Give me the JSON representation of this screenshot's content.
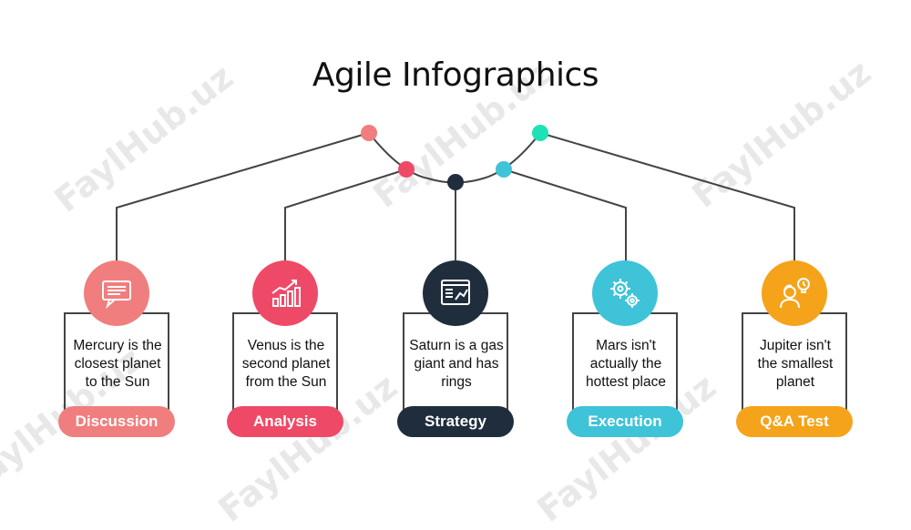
{
  "title": "Agile Infographics",
  "watermark": "FaylHub.uz",
  "colors": {
    "salmon": "#F07E7E",
    "pink": "#EE4A67",
    "navy": "#1F2D3D",
    "cyan": "#3EC3D8",
    "orange": "#F5A31A",
    "teal": "#1DE3B4",
    "line": "#444444"
  },
  "stages": [
    {
      "label": "Discussion",
      "text": [
        "Mercury is the",
        "closest planet",
        "to the Sun"
      ],
      "icon": "speech-bubble-icon",
      "color": "#F07E7E"
    },
    {
      "label": "Analysis",
      "text": [
        "Venus is the",
        "second planet",
        "from the Sun"
      ],
      "icon": "growth-chart-icon",
      "color": "#EE4A67"
    },
    {
      "label": "Strategy",
      "text": [
        "Saturn is a gas",
        "giant and has",
        "rings"
      ],
      "icon": "dashboard-icon",
      "color": "#1F2D3D"
    },
    {
      "label": "Execution",
      "text": [
        "Mars isn't",
        "actually the",
        "hottest place"
      ],
      "icon": "gears-icon",
      "color": "#3EC3D8"
    },
    {
      "label": "Q&A Test",
      "text": [
        "Jupiter isn't",
        "the smallest",
        "planet"
      ],
      "icon": "person-idea-icon",
      "color": "#F5A31A"
    }
  ]
}
